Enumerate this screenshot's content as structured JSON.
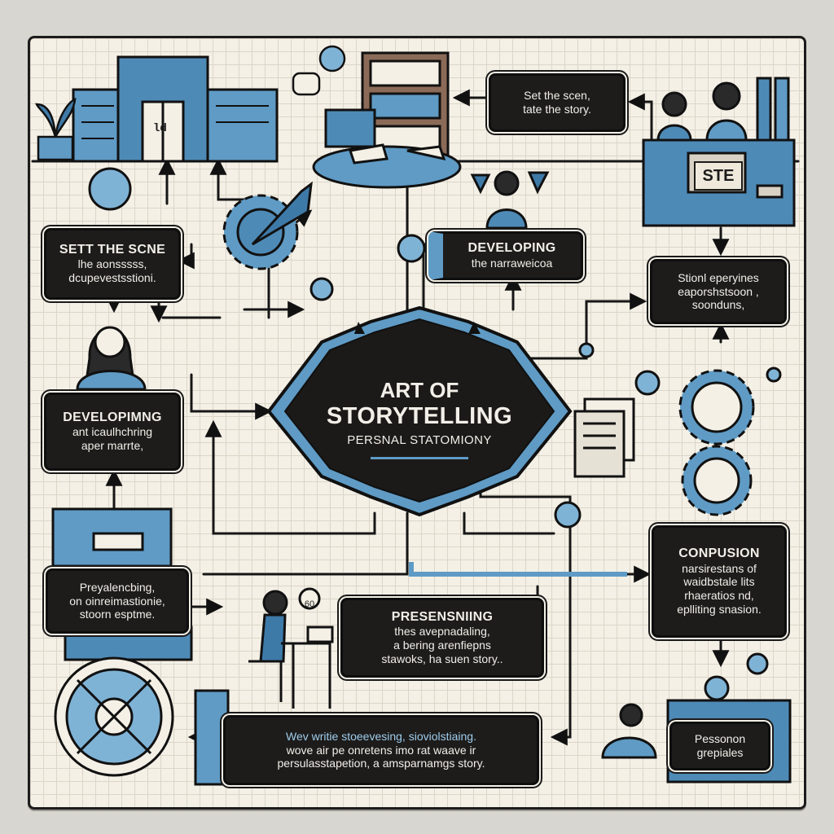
{
  "center": {
    "title_1": "ART OF",
    "title_2": "STORYTELLING",
    "subtitle": "PERSNAL STATOMIONY"
  },
  "boxes": {
    "top_center": {
      "lines": [
        "Set the scen,",
        "tate the story."
      ]
    },
    "left_top": {
      "title": "SETT THE SCNE",
      "lines": [
        "lhe aonsssss,",
        "dcupevestsstioni."
      ]
    },
    "mid_top": {
      "title": "DEVELOPING",
      "lines": [
        "the narraweicoa"
      ]
    },
    "right_top": {
      "lines": [
        "Stionl eperyines",
        "eaporshstsoon ,",
        "soonduns,"
      ]
    },
    "left_mid": {
      "title": "DEVELOPIMNG",
      "lines": [
        "ant icaulhchring",
        "aper marrte,"
      ]
    },
    "right_mid": {
      "title": "CONPUSION",
      "lines": [
        "narsirestans of",
        "waidbstale lits",
        "rhaeratios nd,",
        "eplliting snasion."
      ]
    },
    "left_low": {
      "lines": [
        "Preyalencbing,",
        "on oinreimastionie,",
        "stoorn esptme."
      ]
    },
    "center_low": {
      "title": "PRESENSNIING",
      "lines": [
        "thes avepnadaling,",
        "a bering arenfiepns",
        "stawoks, ha suen story.."
      ]
    },
    "bottom": {
      "lines": [
        "Wev writie stoeevesing, sioviolstiaing.",
        "wove air pe onretens imo rat waave ir",
        "persulasstapetion, a amsparnamgs story."
      ]
    },
    "bottom_right": {
      "lines": [
        "Pessonon",
        "grepiales"
      ]
    }
  },
  "signs": {
    "desk_sign": "STE",
    "laptop_label": "ld",
    "bubble_text": "60"
  },
  "colors": {
    "accent": "#5f9bc5",
    "ink": "#1d1c1b",
    "paper": "#f4f0e6",
    "deep_blue": "#3e7aa8"
  },
  "icons": [
    "building-icon",
    "plant-icon",
    "desk-icon",
    "bookshelf-icon",
    "people-icon",
    "gear-icon",
    "magnifier-icon",
    "person-icon",
    "laptop-icon",
    "document-icon",
    "compass-icon",
    "chat-bubble-icon"
  ]
}
